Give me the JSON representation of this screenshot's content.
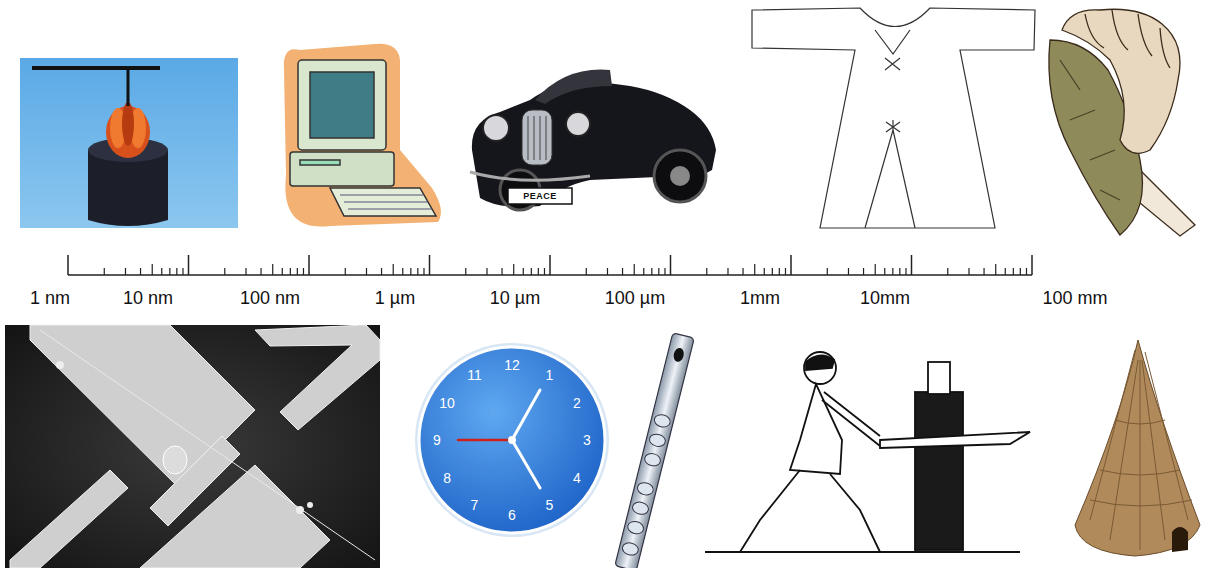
{
  "diagram": {
    "labels": [
      "1 nm",
      "10 nm",
      "100 nm",
      "1 µm",
      "10 µm",
      "100 µm",
      "1mm",
      "10mm",
      "100 mm",
      "PEACE",
      "12",
      "1",
      "2",
      "3",
      "4",
      "5",
      "6",
      "7",
      "8",
      "9",
      "10",
      "11"
    ]
  }
}
